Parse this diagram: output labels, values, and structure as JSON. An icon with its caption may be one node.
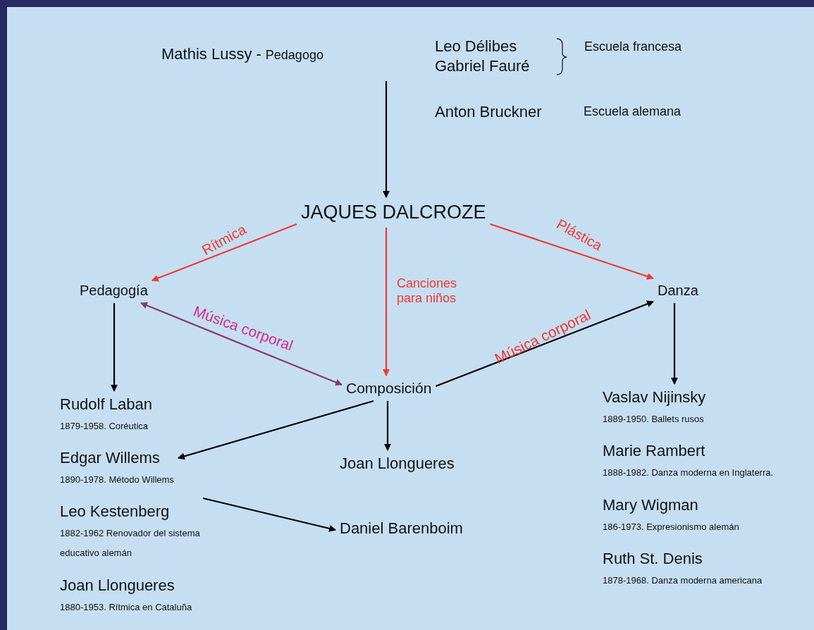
{
  "diagram": {
    "nodes": [
      {
        "text": [
          "Mathis Lussy -",
          "Pedagogo"
        ]
      },
      {
        "text": [
          "JAQUES DALCROZE"
        ]
      },
      {
        "text": [
          "Pedagogía"
        ]
      },
      {
        "text": [
          "Danza"
        ]
      },
      {
        "text": [
          "Composición"
        ]
      },
      {
        "text": [
          "Rudolf Laban",
          "1879-1958. Coréutica"
        ]
      },
      {
        "text": [
          "Edgar Willems",
          "1890-1978. Método Willems"
        ]
      },
      {
        "text": [
          "Leo Kestenberg",
          "1882-1962 Renovador del sistema educativo alemán"
        ]
      },
      {
        "text": [
          "Joan Llongueres",
          "1880-1953. Rítmica en Cataluña"
        ]
      },
      {
        "text": [
          "Joan Llongueres"
        ]
      },
      {
        "text": [
          "Daniel Barenboim"
        ]
      },
      {
        "text": [
          "Vaslav Nijinsky",
          "1889-1950. Ballets rusos"
        ]
      },
      {
        "text": [
          "Marie Rambert",
          "1888-1982. Danza moderna en Inglaterra."
        ]
      },
      {
        "text": [
          "Mary Wigman",
          "186-1973. Expresionismo alemán"
        ]
      },
      {
        "text": [
          "Ruth St. Denis",
          "1878-1968. Danza moderna americana"
        ]
      }
    ],
    "edges": [
      {
        "from": null,
        "to": 1,
        "arrow": "to"
      },
      {
        "from": 1,
        "to": 2,
        "arrow": "to",
        "label": "Rítmica",
        "color": "#ee3a2e"
      },
      {
        "from": 1,
        "to": 4,
        "arrow": "to",
        "label": "Canciones para niños",
        "color": "#ee3a2e"
      },
      {
        "from": 1,
        "to": 3,
        "arrow": "to",
        "label": "Plástica",
        "color": "#ee3a2e"
      },
      {
        "from": 2,
        "to": 5,
        "arrow": "to"
      },
      {
        "from": 2,
        "to": 4,
        "arrow": "both",
        "label": "Música corporal",
        "color": "#8a3a6e"
      },
      {
        "from": 4,
        "to": 3,
        "arrow": "to",
        "label": "Música corporal"
      },
      {
        "from": 4,
        "to": 6,
        "arrow": "to"
      },
      {
        "from": 4,
        "to": 9,
        "arrow": "to"
      },
      {
        "from": 7,
        "to": 10,
        "arrow": "to"
      },
      {
        "from": 3,
        "to": 11,
        "arrow": "to"
      }
    ],
    "labels": [
      "Leo Délibes",
      "Gabriel Fauré",
      "Escuela francesa",
      "Anton Bruckner",
      "Escuela alemana"
    ]
  }
}
